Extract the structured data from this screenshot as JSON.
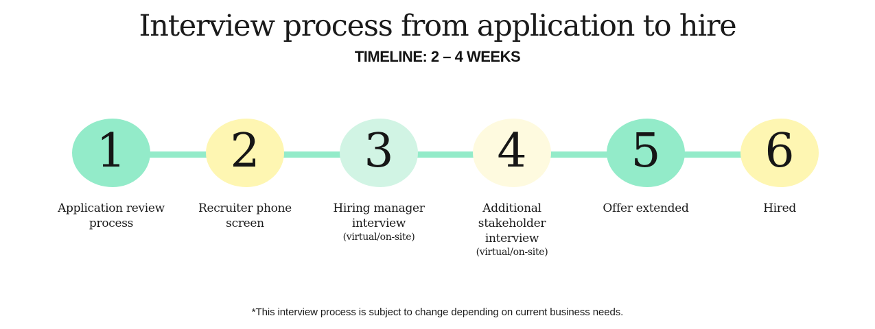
{
  "header": {
    "title": "Interview process from application to hire",
    "subtitle": "TIMELINE: 2 – 4 WEEKS"
  },
  "colors": {
    "teal": "#93ebc9",
    "yellow": "#fef6b2",
    "light_teal": "#d1f4e4",
    "light_yellow": "#fefadf",
    "connector": "#93ebc9",
    "text": "#1a1a1a"
  },
  "steps": [
    {
      "number": "1",
      "label": "Application review process",
      "note": "",
      "color": "#93ebc9"
    },
    {
      "number": "2",
      "label": "Recruiter phone screen",
      "note": "",
      "color": "#fef6b2"
    },
    {
      "number": "3",
      "label": "Hiring manager interview",
      "note": "(virtual/on-site)",
      "color": "#d1f4e4"
    },
    {
      "number": "4",
      "label": "Additional stakeholder interview",
      "note": "(virtual/on-site)",
      "color": "#fefadf"
    },
    {
      "number": "5",
      "label": "Offer extended",
      "note": "",
      "color": "#93ebc9"
    },
    {
      "number": "6",
      "label": "Hired",
      "note": "",
      "color": "#fef6b2"
    }
  ],
  "footnote": "*This interview process is subject to change depending on current business needs."
}
